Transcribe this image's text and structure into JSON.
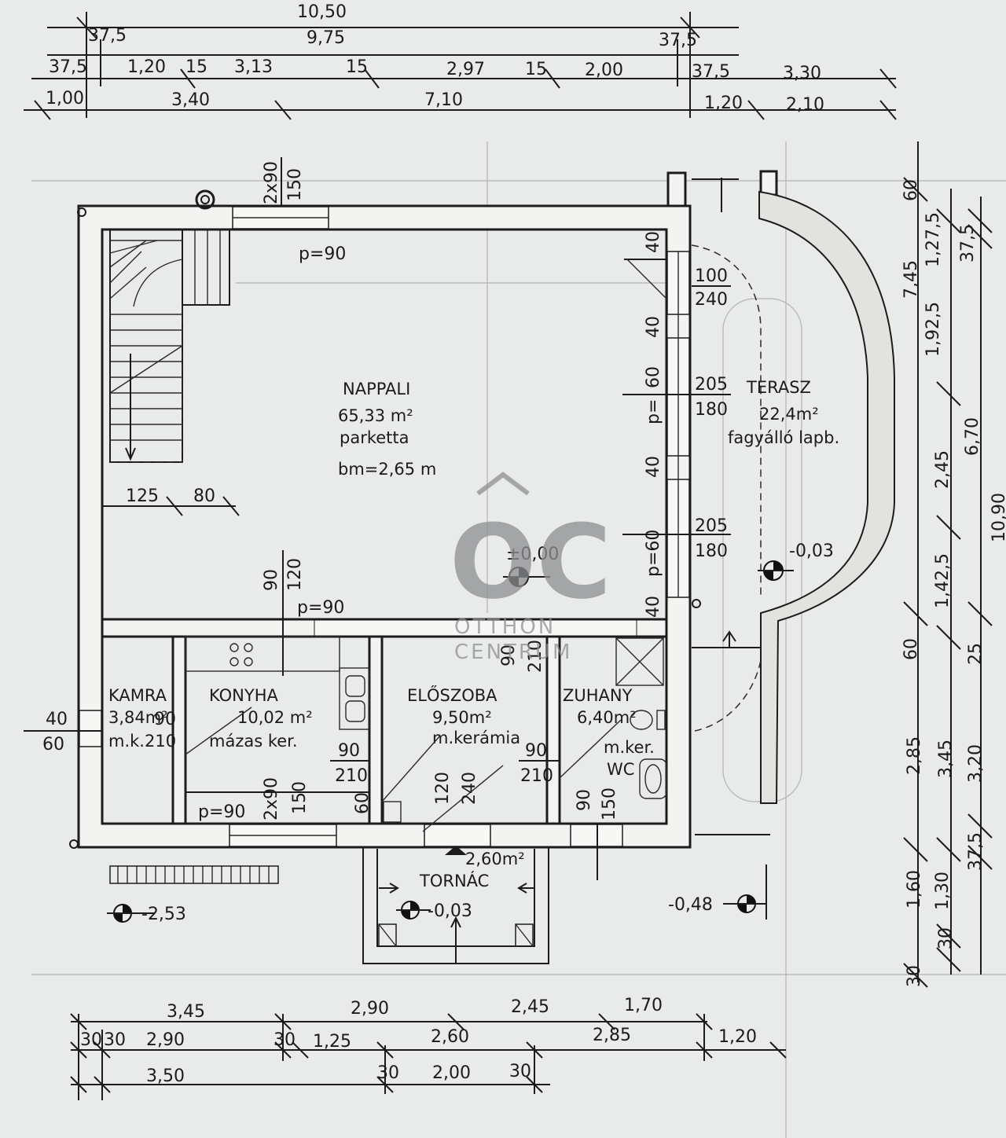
{
  "rooms": {
    "nappali": {
      "name": "NAPPALI",
      "area": "65,33 m²",
      "floor": "parketta",
      "height": "bm=2,65 m"
    },
    "terasz": {
      "name": "TERASZ",
      "area": "22,4m²",
      "floor": "fagyálló lapb."
    },
    "kamra": {
      "name": "KAMRA",
      "area": "3,84m²",
      "door": "m.k.210"
    },
    "konyha": {
      "name": "KONYHA",
      "area": "10,02 m²",
      "floor": "mázas ker."
    },
    "eloszoba": {
      "name": "ELŐSZOBA",
      "area": "9,50m²",
      "floor": "m.kerámia"
    },
    "zuhany": {
      "name": "ZUHANY",
      "area": "6,40m²",
      "floor": "m.ker.",
      "wc": "WC"
    },
    "tornac": {
      "name": "TORNÁC",
      "area": "2,60m²"
    }
  },
  "levels": {
    "main": "±0,00",
    "terrace": "-0,03",
    "porch": "-0,03",
    "ground_left": "-2,53",
    "ground_right": "-0,48"
  },
  "top_dims": {
    "row1": [
      "10,50"
    ],
    "row2": [
      "37,5",
      "9,75",
      "37,5"
    ],
    "row3": [
      "37,5",
      "1,20",
      "15",
      "3,13",
      "15",
      "2,97",
      "15",
      "2,00",
      "37,5",
      "3,30"
    ],
    "row4": [
      "1,00",
      "3,40",
      "7,10",
      "1,20",
      "2,10"
    ]
  },
  "bottom_dims": {
    "row1": [
      "3,45",
      "2,90",
      "2,45",
      "1,70"
    ],
    "row2": [
      "30",
      "30",
      "2,90",
      "30",
      "1,25",
      "2,60",
      "2,85",
      "1,20"
    ],
    "row3": [
      "3,50",
      "30",
      "2,00",
      "30"
    ]
  },
  "right_dims": {
    "outer": [
      "10,90"
    ],
    "col1": [
      "7,45",
      "2,85",
      "1,60"
    ],
    "col2": [
      "1,27,5",
      "1,92,5",
      "2,45",
      "1,42,5",
      "3,45",
      "1,30",
      "30"
    ],
    "col3": [
      "60",
      "37,5",
      "6,70",
      "25",
      "3,20",
      "37,5",
      "30"
    ],
    "small": [
      "60"
    ]
  },
  "openings": {
    "window_top_1": "2x90",
    "window_top_2": "150",
    "sill_top": "p=90",
    "door_nappali_1": "90",
    "door_nappali_2": "120",
    "sill_nappali": "p=90",
    "win_r1_a": "40",
    "win_r1_b": "100",
    "win_r1_c": "240",
    "win_r2_a": "40",
    "win_r3_a": "60",
    "win_r3_p": "p=",
    "win_r3_b": "205",
    "win_r3_c": "180",
    "win_r4_a": "40",
    "win_r5_a": "p=60",
    "win_r5_b": "205",
    "win_r5_c": "180",
    "win_r6_a": "40",
    "stair_1": "125",
    "stair_2": "80",
    "kamra_left_1": "40",
    "kamra_left_2": "60",
    "kamra_door": "90",
    "konyha_win_1": "2x90",
    "konyha_win_2": "150",
    "konyha_sill": "p=90",
    "konyha_door_1": "90",
    "konyha_door_2": "210",
    "konyha_side": "60",
    "elo_top_1": "90",
    "elo_top_2": "210",
    "elo_door_1": "120",
    "elo_door_2": "240",
    "zuh_door_1": "90",
    "zuh_door_2": "210",
    "zuh_win_1": "90",
    "zuh_win_2": "150"
  },
  "watermark": {
    "mark": "OC",
    "line1": "OTTHON",
    "line2": "CENTRUM"
  }
}
